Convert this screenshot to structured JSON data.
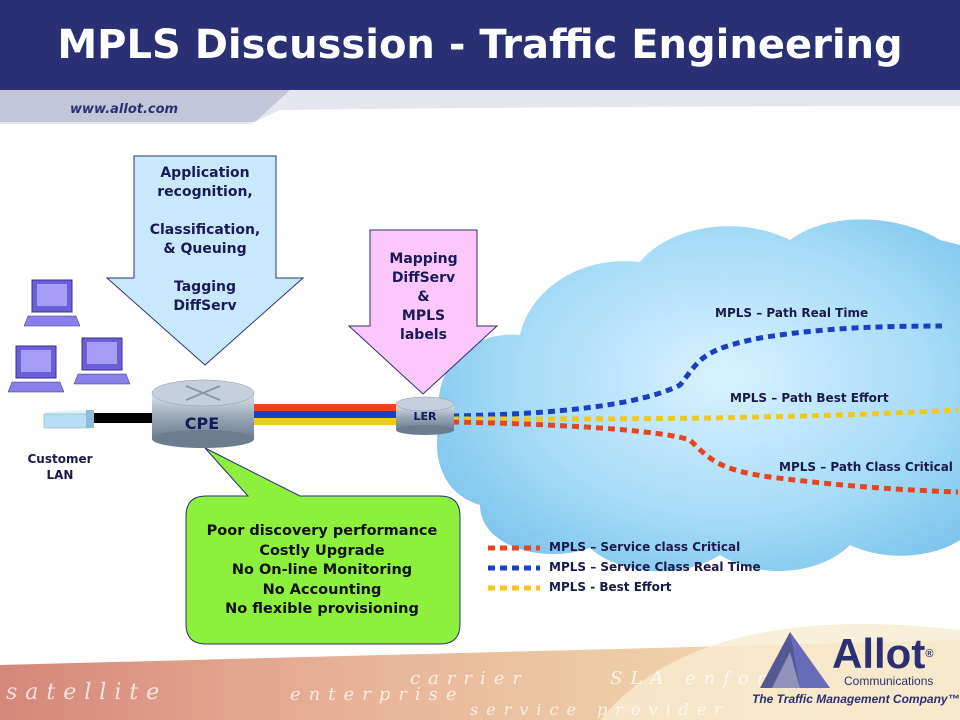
{
  "header": {
    "title": "MPLS Discussion - Traffic Engineering",
    "url": "www.allot.com"
  },
  "callouts": {
    "application": {
      "lines": [
        "Application",
        "recognition,",
        "",
        "Classification,",
        "& Queuing",
        "",
        "Tagging",
        "DiffServ"
      ]
    },
    "mapping": {
      "lines": [
        "Mapping",
        "DiffServ",
        "&",
        "MPLS",
        "labels"
      ]
    }
  },
  "devices": {
    "cpe": "CPE",
    "ler": "LER",
    "customer_lan": [
      "Customer",
      "LAN"
    ]
  },
  "paths": {
    "real_time": "MPLS – Path Real Time",
    "best_effort": "MPLS – Path Best Effort",
    "class_critical": "MPLS – Path Class Critical"
  },
  "bubble": {
    "lines": [
      "Poor discovery performance",
      "Costly Upgrade",
      "No On-line Monitoring",
      "No Accounting",
      "No flexible provisioning"
    ]
  },
  "legend": [
    {
      "label": "MPLS – Service class Critical",
      "color": "#e8451e"
    },
    {
      "label": "MPLS – Service Class Real Time",
      "color": "#1a3fc4"
    },
    {
      "label": "MPLS -  Best Effort",
      "color": "#f4c81b"
    }
  ],
  "footer": {
    "words": [
      "satellite",
      "carrier",
      "SLA enfor",
      "enterprise",
      "service provider"
    ],
    "brand_name": "Allot",
    "brand_registered": "®",
    "brand_sub": "Communications",
    "tagline": "The Traffic Management Company™"
  },
  "colors": {
    "header": "#2b3075",
    "critical": "#e8451e",
    "realtime": "#1a3fc4",
    "besteffort": "#f4c81b",
    "bubble": "#8cf03c",
    "mapping_box": "#fcc8fc",
    "app_box": "#c8e8fc"
  }
}
